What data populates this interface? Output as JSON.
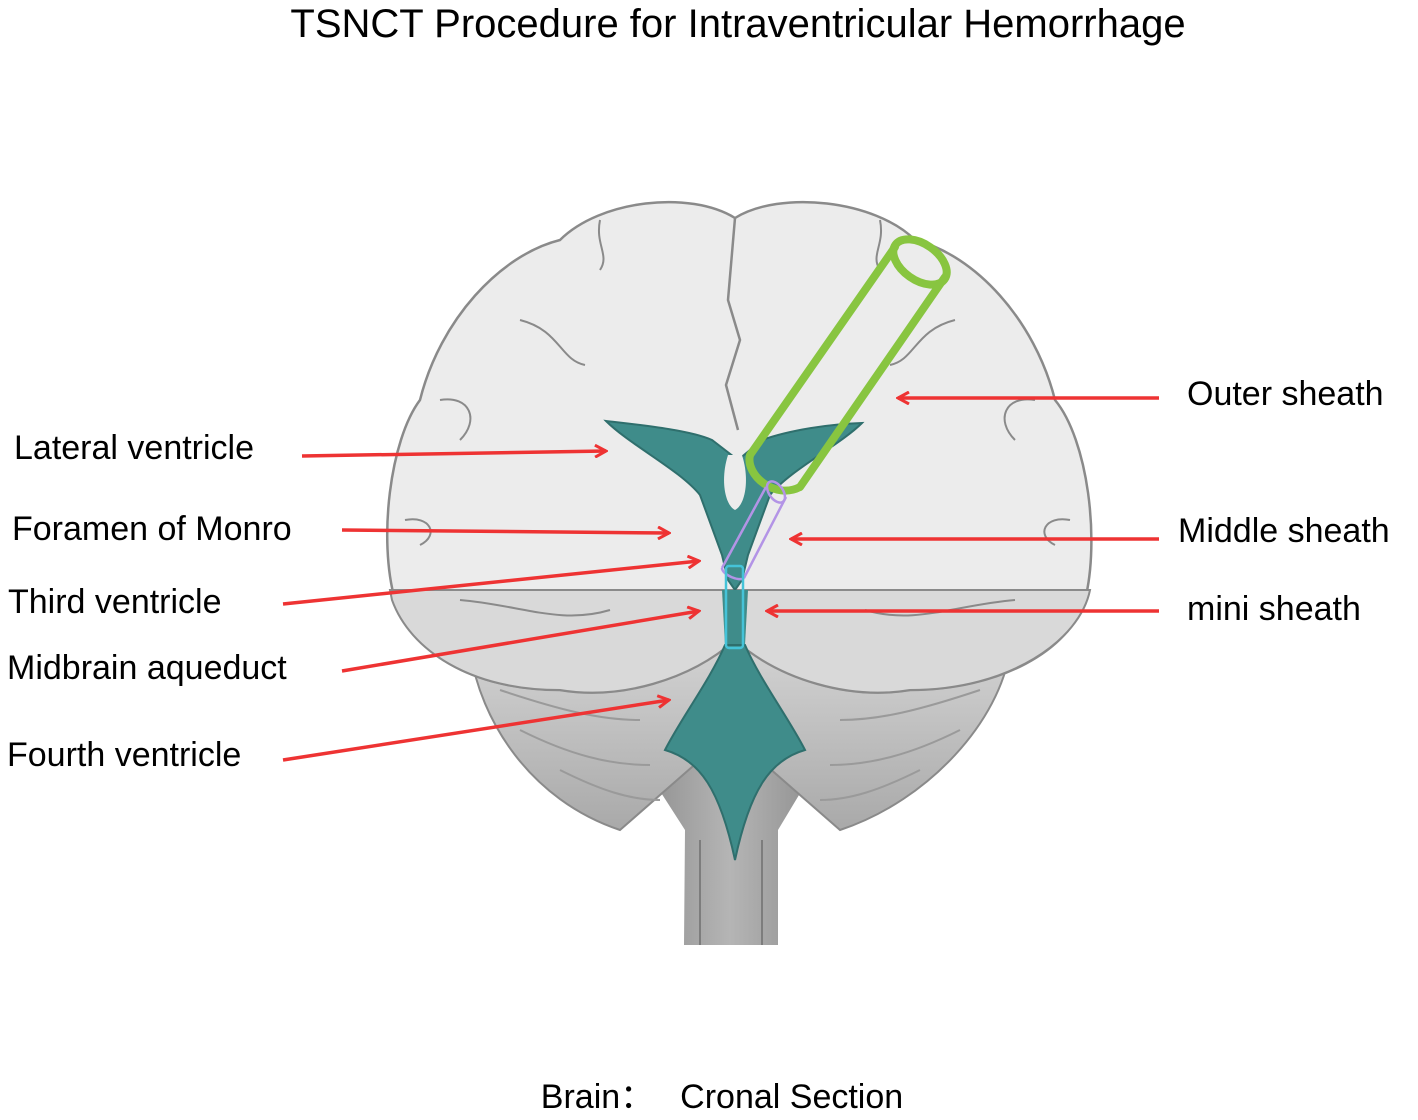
{
  "title": "TSNCT Procedure for Intraventricular Hemorrhage",
  "caption": {
    "prefix": "Brain：",
    "text": "Cronal Section"
  },
  "labels_left": {
    "lateral_ventricle": "Lateral ventricle",
    "foramen_of_monro": "Foramen of Monro",
    "third_ventricle": "Third ventricle",
    "midbrain_aqueduct": "Midbrain aqueduct",
    "fourth_ventricle": "Fourth ventricle"
  },
  "labels_right": {
    "outer_sheath": "Outer sheath",
    "middle_sheath": "Middle sheath",
    "mini_sheath": "mini sheath"
  },
  "colors": {
    "arrow": "#ee3333",
    "ventricle": "#3f8c8a",
    "outer_sheath": "#88c540",
    "middle_sheath": "#b394e6",
    "mini_sheath": "#45c3d8",
    "cerebrum": "#ececec",
    "cerebellum": "#c9c9c9"
  }
}
